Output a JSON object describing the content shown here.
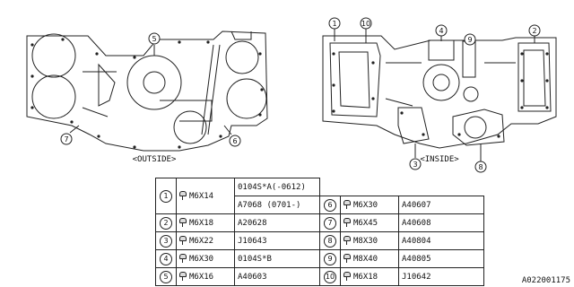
{
  "views": {
    "outside_label": "<OUTSIDE>",
    "inside_label": "<INSIDE>"
  },
  "callouts": {
    "outside": [
      "5",
      "7",
      "6"
    ],
    "inside": [
      "1",
      "10",
      "4",
      "9",
      "2",
      "3",
      "8"
    ]
  },
  "parts_table": {
    "left": [
      {
        "idx": "1",
        "size": "M6X14",
        "part": "0104S*A(-0612)",
        "part2": "A7068  (0701-)"
      },
      {
        "idx": "2",
        "size": "M6X18",
        "part": "A20628"
      },
      {
        "idx": "3",
        "size": "M6X22",
        "part": "J10643"
      },
      {
        "idx": "4",
        "size": "M6X30",
        "part": "0104S*B"
      },
      {
        "idx": "5",
        "size": "M6X16",
        "part": "A40603"
      }
    ],
    "right": [
      {
        "idx": "6",
        "size": "M6X30",
        "part": "A40607"
      },
      {
        "idx": "7",
        "size": "M6X45",
        "part": "A40608"
      },
      {
        "idx": "8",
        "size": "M8X30",
        "part": "A40804"
      },
      {
        "idx": "9",
        "size": "M8X40",
        "part": "A40805"
      },
      {
        "idx": "10",
        "size": "M6X18",
        "part": "J10642"
      }
    ]
  },
  "catalog_code": "A022001175",
  "icons": {
    "bolt": "bolt-icon"
  }
}
